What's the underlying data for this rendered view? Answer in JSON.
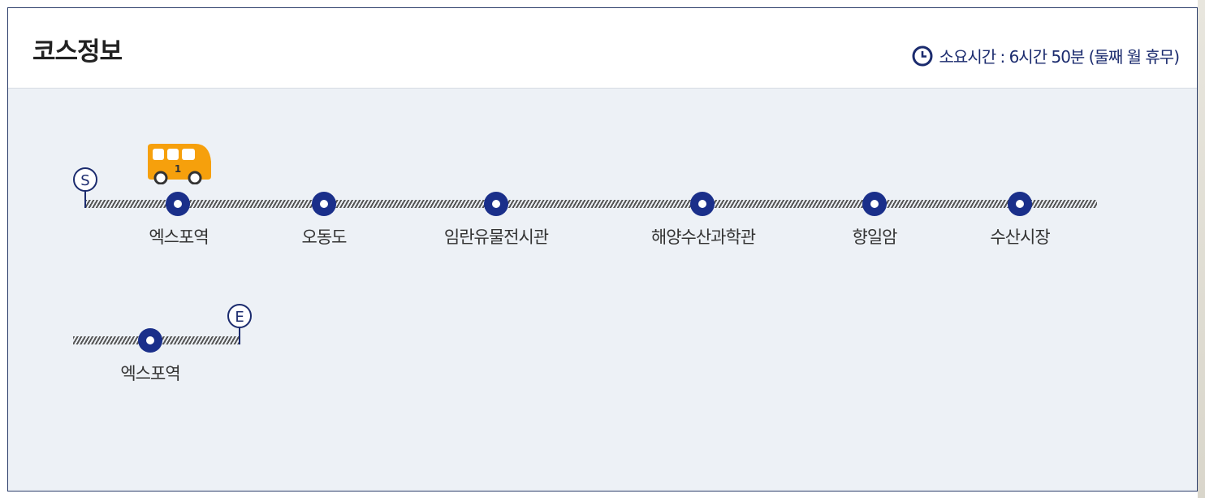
{
  "title": "코스정보",
  "duration": "소요시간 : 6시간 50분 (둘째 월 휴무)",
  "markers": {
    "start": "S",
    "end": "E"
  },
  "bus_number": "1",
  "icons": {
    "clock": "clock-icon",
    "bus": "bus-icon"
  },
  "colors": {
    "primary": "#1a2f8a",
    "bus": "#f6a00c",
    "background": "#edf1f6"
  },
  "stops": [
    {
      "label": "엑스포역"
    },
    {
      "label": "오동도"
    },
    {
      "label": "임란유물전시관"
    },
    {
      "label": "해양수산과학관"
    },
    {
      "label": "향일암"
    },
    {
      "label": "수산시장"
    },
    {
      "label": "엑스포역"
    }
  ]
}
